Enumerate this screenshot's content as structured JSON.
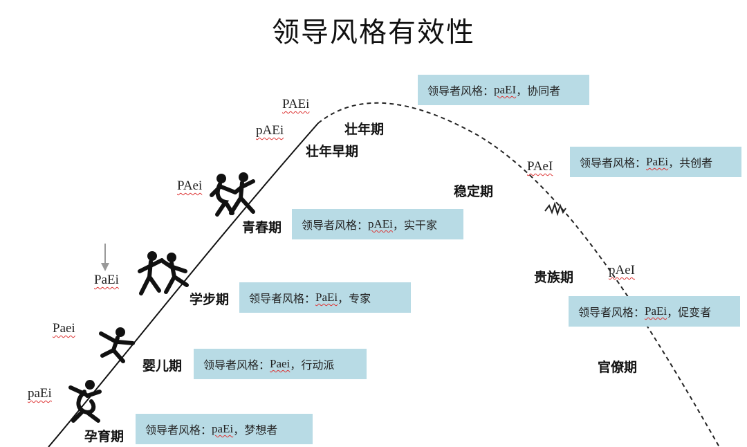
{
  "title": "领导风格有效性",
  "style_prefix": "领导者风格：",
  "stages": [
    {
      "id": "gestation",
      "name": "孕育期",
      "code": "paEi",
      "box_code": "paEi",
      "role": "梦想者"
    },
    {
      "id": "infancy",
      "name": "婴儿期",
      "code": "Paei",
      "box_code": "Paei",
      "role": "行动派"
    },
    {
      "id": "toddler",
      "name": "学步期",
      "code": "PaEi",
      "box_code": "PaEi",
      "role": "专家"
    },
    {
      "id": "adolescence",
      "name": "青春期",
      "code": "PAei",
      "box_code": "pAEi",
      "role": "实干家"
    },
    {
      "id": "early-prime",
      "name": "壮年早期",
      "code": "pAEi"
    },
    {
      "id": "prime",
      "name": "壮年期",
      "code": "PAEi",
      "box_code": "paEI",
      "role": "协同者"
    },
    {
      "id": "stable",
      "name": "稳定期",
      "code": "PAeI",
      "box_code": "PaEi",
      "role": "共创者"
    },
    {
      "id": "aristocracy",
      "name": "贵族期",
      "code": "pAeI",
      "box_code": "PaEi",
      "role": "促变者"
    },
    {
      "id": "bureaucracy",
      "name": "官僚期"
    }
  ],
  "colors": {
    "box_bg": "#b8dbe5",
    "curve": "#111111",
    "underline": "#dd3333"
  }
}
